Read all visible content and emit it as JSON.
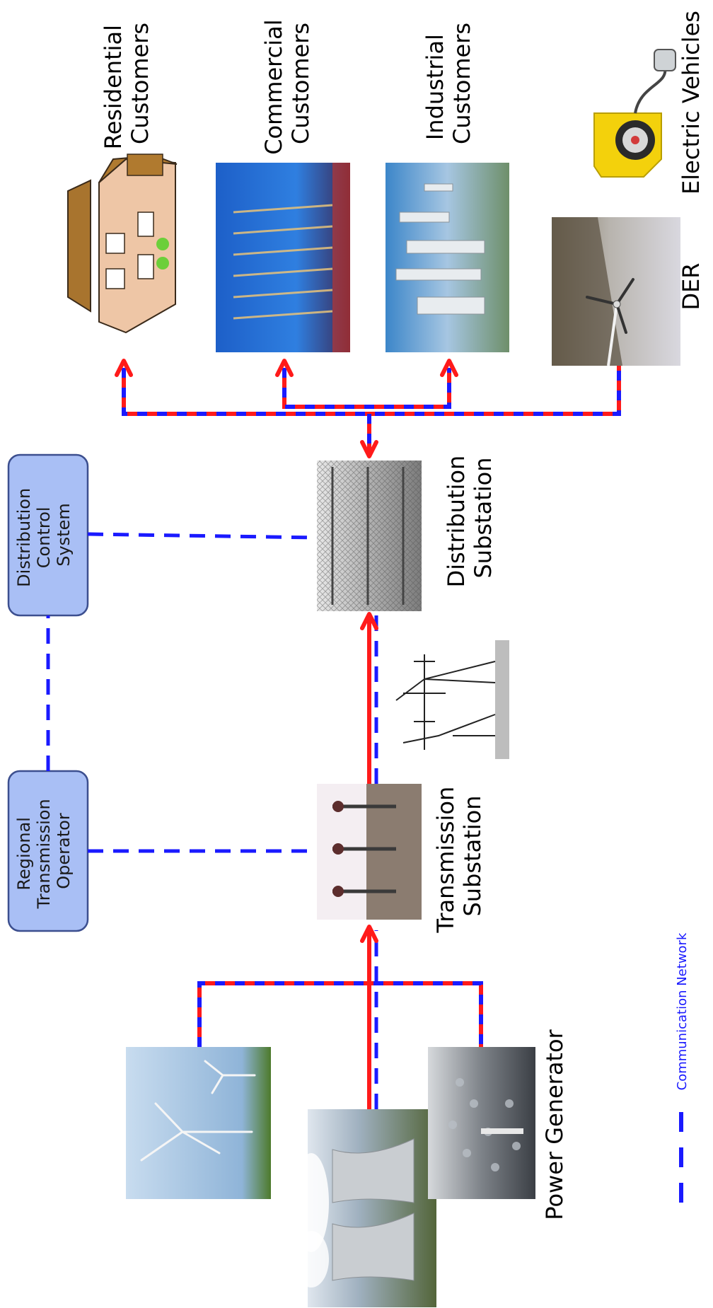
{
  "labels": {
    "residential": [
      "Residential",
      "Customers"
    ],
    "commercial": [
      "Commercial",
      "Customers"
    ],
    "industrial": [
      "Industrial",
      "Customers"
    ],
    "electric_vehicles": "Electric Vehicles",
    "der": "DER",
    "distribution_substation": [
      "Distribution",
      "Substation"
    ],
    "transmission_substation": [
      "Transmission",
      "Substation"
    ],
    "power_generator": "Power Generator",
    "legend_comm": "Communication Network"
  },
  "control_boxes": {
    "distribution_control": [
      "Distribution",
      "Control",
      "System"
    ],
    "regional_operator": [
      "Regional",
      "Transmission",
      "Operator"
    ]
  },
  "colors": {
    "power_line": "#ff1a1a",
    "comm_line": "#1a1aff",
    "box_fill": "#a9bff5",
    "box_stroke": "#3c4f8f"
  }
}
